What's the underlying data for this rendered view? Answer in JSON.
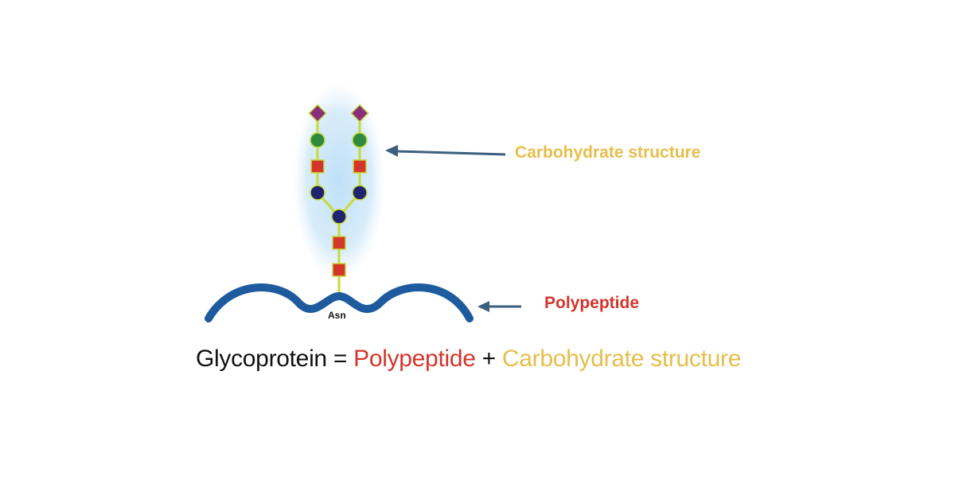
{
  "colors": {
    "carbohydrate": "#E6BE4A",
    "polypeptide": "#D4352B",
    "backbone": "#1E5B9E",
    "linker": "#C8D93A",
    "text": "#111111",
    "arrow": "#3B5F7E",
    "halo": "#CFE6F8",
    "sialic_acid": "#8A2E7C",
    "galactose": "#2E8B3E",
    "glcnac": "#D4352B",
    "mannose": "#1F2370"
  },
  "labels": {
    "carbohydrate": "Carbohydrate structure",
    "polypeptide": "Polypeptide",
    "asn": "Asn"
  },
  "equation": {
    "glycoprotein": "Glycoprotein",
    "equals": " = ",
    "polypeptide": "Polypeptide",
    "plus": " + ",
    "carbohydrate": "Carbohydrate structure"
  }
}
